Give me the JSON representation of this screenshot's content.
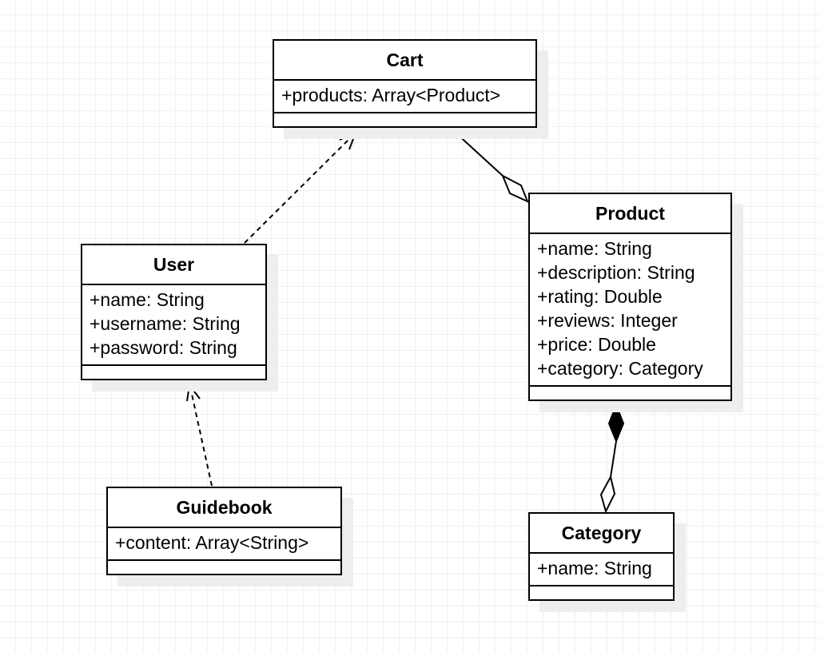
{
  "classes": {
    "cart": {
      "name": "Cart",
      "attributes": [
        "+products: Array<Product>"
      ]
    },
    "user": {
      "name": "User",
      "attributes": [
        "+name: String",
        "+username: String",
        "+password: String"
      ]
    },
    "product": {
      "name": "Product",
      "attributes": [
        "+name: String",
        "+description: String",
        "+rating: Double",
        "+reviews: Integer",
        "+price: Double",
        "+category: Category"
      ]
    },
    "guidebook": {
      "name": "Guidebook",
      "attributes": [
        "+content: Array<String>"
      ]
    },
    "category": {
      "name": "Category",
      "attributes": [
        "+name: String"
      ]
    }
  },
  "relations": [
    {
      "from": "user",
      "to": "cart",
      "type": "dependency"
    },
    {
      "from": "guidebook",
      "to": "user",
      "type": "dependency"
    },
    {
      "from": "cart",
      "to": "product",
      "type": "aggregation"
    },
    {
      "from": "product",
      "to": "category",
      "type": "composition-aggregation"
    }
  ],
  "colors": {
    "line": "#000000",
    "shadow": "#eeeeee",
    "grid": "#f0f0f0"
  }
}
